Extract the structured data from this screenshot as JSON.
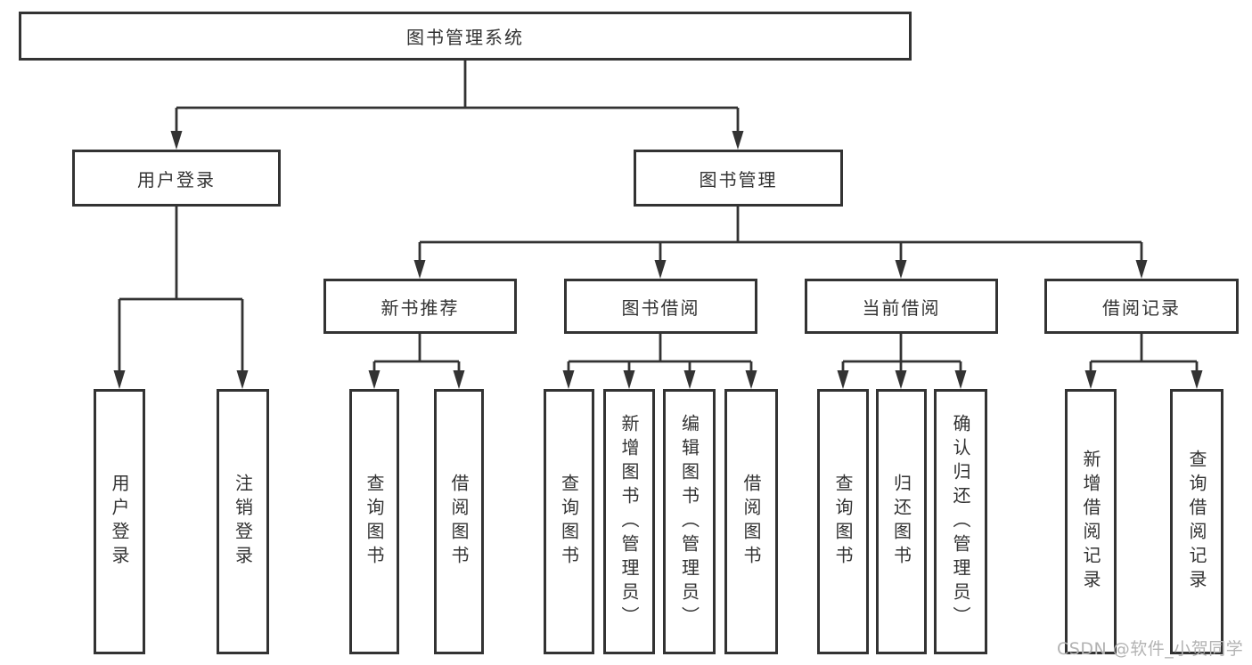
{
  "colors": {
    "line": "#333333",
    "text": "#333333",
    "box_bg": "#ffffff",
    "watermark": "#b3b3b3"
  },
  "watermark": {
    "text": "CSDN @软件_小贺同学"
  },
  "diagram": {
    "root": {
      "label": "图书管理系统"
    },
    "branches": [
      {
        "label": "用户登录",
        "leaves": [
          {
            "label": "用户登录"
          },
          {
            "label": "注销登录"
          }
        ]
      },
      {
        "label": "图书管理",
        "children": [
          {
            "label": "新书推荐",
            "leaves": [
              {
                "label": "查询图书"
              },
              {
                "label": "借阅图书"
              }
            ]
          },
          {
            "label": "图书借阅",
            "leaves": [
              {
                "label": "查询图书"
              },
              {
                "label": "新增图书（管理员）"
              },
              {
                "label": "编辑图书（管理员）"
              },
              {
                "label": "借阅图书"
              }
            ]
          },
          {
            "label": "当前借阅",
            "leaves": [
              {
                "label": "查询图书"
              },
              {
                "label": "归还图书"
              },
              {
                "label": "确认归还（管理员）"
              }
            ]
          },
          {
            "label": "借阅记录",
            "leaves": [
              {
                "label": "新增借阅记录"
              },
              {
                "label": "查询借阅记录"
              }
            ]
          }
        ]
      }
    ]
  }
}
